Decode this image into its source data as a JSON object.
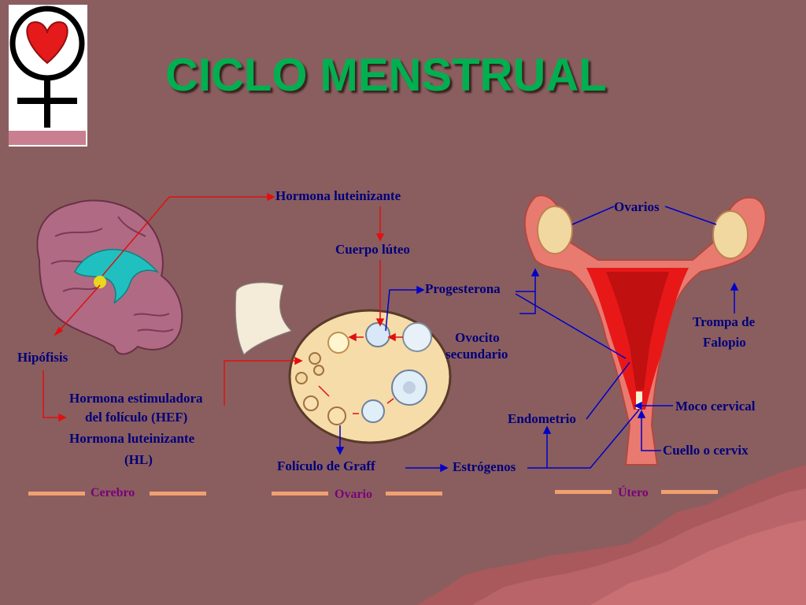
{
  "title": "CICLO MENSTRUAL",
  "labels": {
    "hormona_luteinizante_top": "Hormona luteinizante",
    "cuerpo_luteo": "Cuerpo lúteo",
    "progesterona": "Progesterona",
    "ovocito": "Ovocito",
    "secundario": "secundario",
    "hipofisis": "Hipófisis",
    "hef_line1": "Hormona estimuladora",
    "hef_line2": "del folículo (HEF)",
    "hl_line1": "Hormona luteinizante",
    "hl_line2": "(HL)",
    "foliculo_graff": "Folículo de Graff",
    "estrogenos": "Estrógenos",
    "endometrio": "Endometrio",
    "ovarios": "Ovarios",
    "trompa_line1": "Trompa de",
    "trompa_line2": "Falopio",
    "moco_cervical": "Moco cervical",
    "cuello_cervix": "Cuello o cervix"
  },
  "sections": {
    "cerebro": "Cerebro",
    "ovario": "Ovario",
    "utero": "Útero"
  },
  "colors": {
    "background": "#8a5e5f",
    "title": "#00b050",
    "label": "#00007a",
    "section": "#7a007a",
    "arrow_red": "#e01010",
    "arrow_blue": "#0000c8"
  }
}
